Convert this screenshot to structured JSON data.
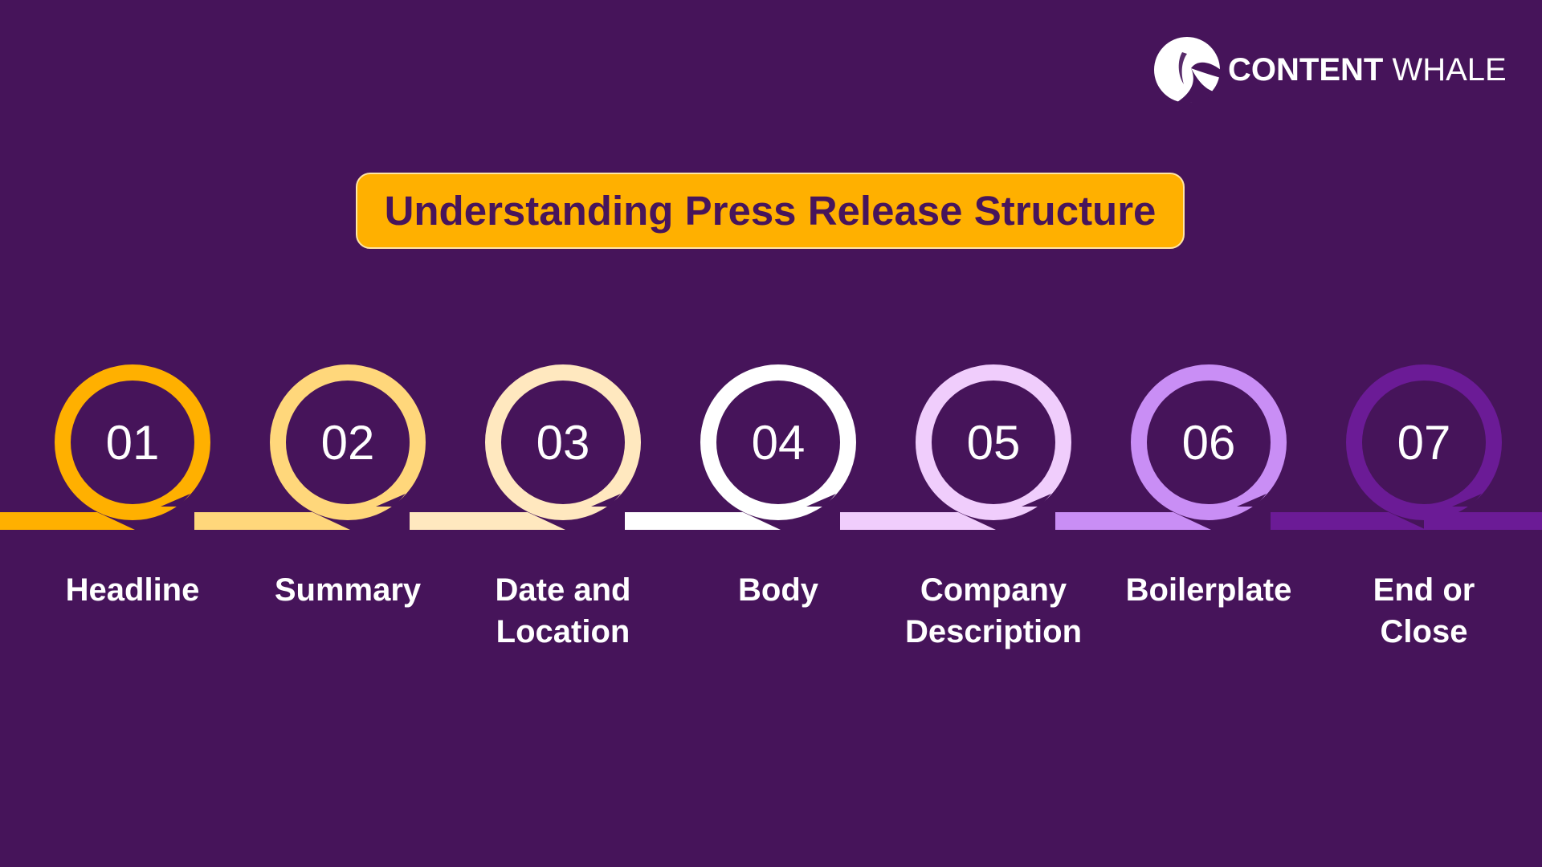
{
  "brand": {
    "word1": "CONTENT",
    "word2": "WHALE",
    "icon": "whale-logo-icon"
  },
  "title": "Understanding Press Release Structure",
  "colors": {
    "background": "#46145a",
    "title_fill": "#ffb000",
    "title_text": "#47155b"
  },
  "steps": [
    {
      "number": "01",
      "label": [
        "Headline"
      ],
      "color": "#ffb000"
    },
    {
      "number": "02",
      "label": [
        "Summary"
      ],
      "color": "#ffd77b"
    },
    {
      "number": "03",
      "label": [
        "Date and",
        "Location"
      ],
      "color": "#ffe8bf"
    },
    {
      "number": "04",
      "label": [
        "Body"
      ],
      "color": "#ffffff"
    },
    {
      "number": "05",
      "label": [
        "Company",
        "Description"
      ],
      "color": "#f0cdfc"
    },
    {
      "number": "06",
      "label": [
        "Boilerplate"
      ],
      "color": "#c98ef5"
    },
    {
      "number": "07",
      "label": [
        "End or",
        "Close"
      ],
      "color": "#6b1b96"
    }
  ]
}
